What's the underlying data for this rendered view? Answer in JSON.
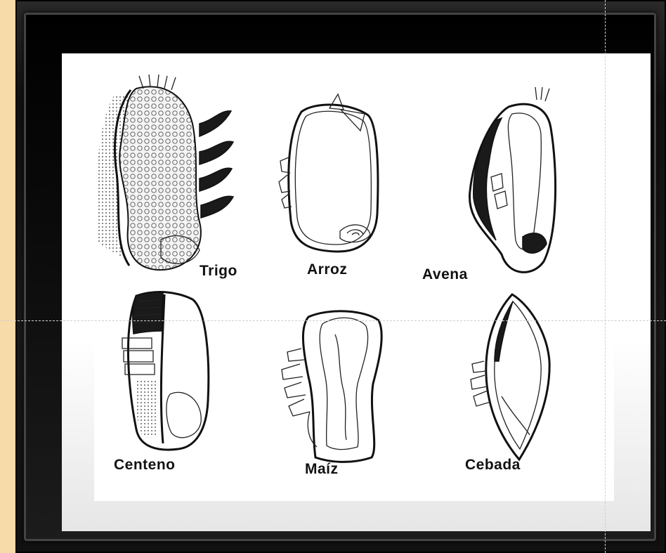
{
  "figure": {
    "grains": [
      {
        "id": "trigo",
        "label": "Trigo"
      },
      {
        "id": "arroz",
        "label": "Arroz"
      },
      {
        "id": "avena",
        "label": "Avena"
      },
      {
        "id": "centeno",
        "label": "Centeno"
      },
      {
        "id": "maiz",
        "label": "Maíz"
      },
      {
        "id": "cebada",
        "label": "Cebada"
      }
    ]
  },
  "colors": {
    "side_strip": "#f7dba8",
    "frame": "#111111",
    "mat": "#ffffff",
    "ink": "#111111"
  }
}
